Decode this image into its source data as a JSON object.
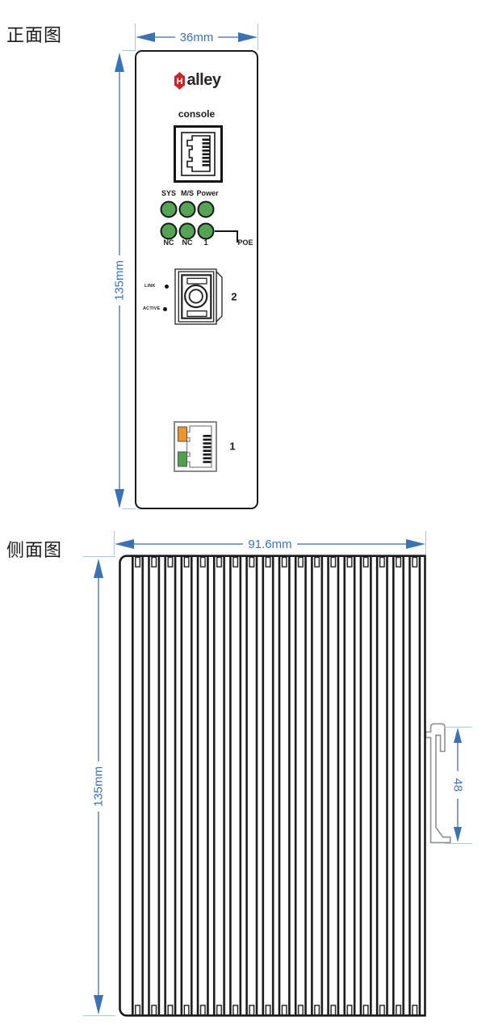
{
  "front_view": {
    "title": "正面图",
    "width_dimension": "36mm",
    "height_dimension": "135mm",
    "logo": {
      "mark_letter": "H",
      "wordmark": "alley"
    },
    "console_label": "console",
    "leds": {
      "top_labels": [
        "SYS",
        "M/S",
        "Power"
      ],
      "bottom_labels": [
        "NC",
        "NC",
        "1"
      ],
      "poe_label": "POE"
    },
    "fiber_port": {
      "link_label": "LINK",
      "active_label": "ACTIVE",
      "number": "2"
    },
    "ethernet_port": {
      "number": "1"
    }
  },
  "side_view": {
    "title": "侧面图",
    "width_dimension": "91.6mm",
    "height_dimension": "135mm",
    "din_clip_dimension": "48"
  },
  "colors": {
    "dimension_accent": "#3a72b4",
    "extension_line": "#aac4e2",
    "outline": "#1a1a1a",
    "led_green": "#55a355",
    "port_led_orange": "#f09426",
    "port_led_green": "#4ea24e",
    "logo_red": "#c9242b"
  }
}
